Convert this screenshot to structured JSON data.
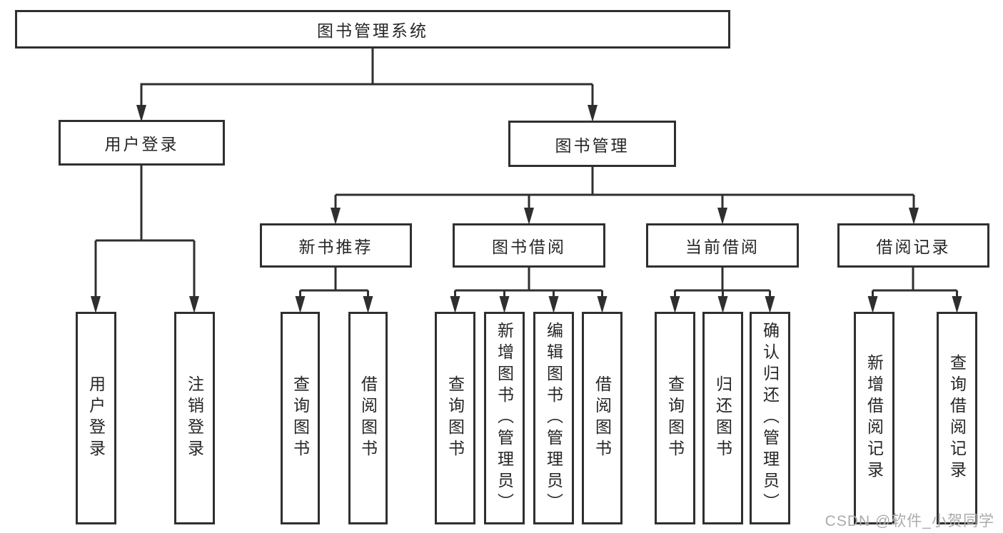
{
  "diagram_title": "图书管理系统",
  "watermark": "CSDN @软件_小贺同学",
  "colors": {
    "line": "#2f2f2f",
    "box_border": "#2f2f2f",
    "box_fill": "#ffffff",
    "text": "#262626",
    "watermark": "#ababab",
    "background": "#ffffff"
  },
  "tree": {
    "label": "图书管理系统",
    "children": [
      {
        "label": "用户登录",
        "children": [
          {
            "label": "用户登录"
          },
          {
            "label": "注销登录"
          }
        ]
      },
      {
        "label": "图书管理",
        "children": [
          {
            "label": "新书推荐",
            "children": [
              {
                "label": "查询图书"
              },
              {
                "label": "借阅图书"
              }
            ]
          },
          {
            "label": "图书借阅",
            "children": [
              {
                "label": "查询图书"
              },
              {
                "label": "新增图书（管理员）"
              },
              {
                "label": "编辑图书（管理员）"
              },
              {
                "label": "借阅图书"
              }
            ]
          },
          {
            "label": "当前借阅",
            "children": [
              {
                "label": "查询图书"
              },
              {
                "label": "归还图书"
              },
              {
                "label": "确认归还（管理员）"
              }
            ]
          },
          {
            "label": "借阅记录",
            "children": [
              {
                "label": "新增借阅记录"
              },
              {
                "label": "查询借阅记录"
              }
            ]
          }
        ]
      }
    ]
  }
}
